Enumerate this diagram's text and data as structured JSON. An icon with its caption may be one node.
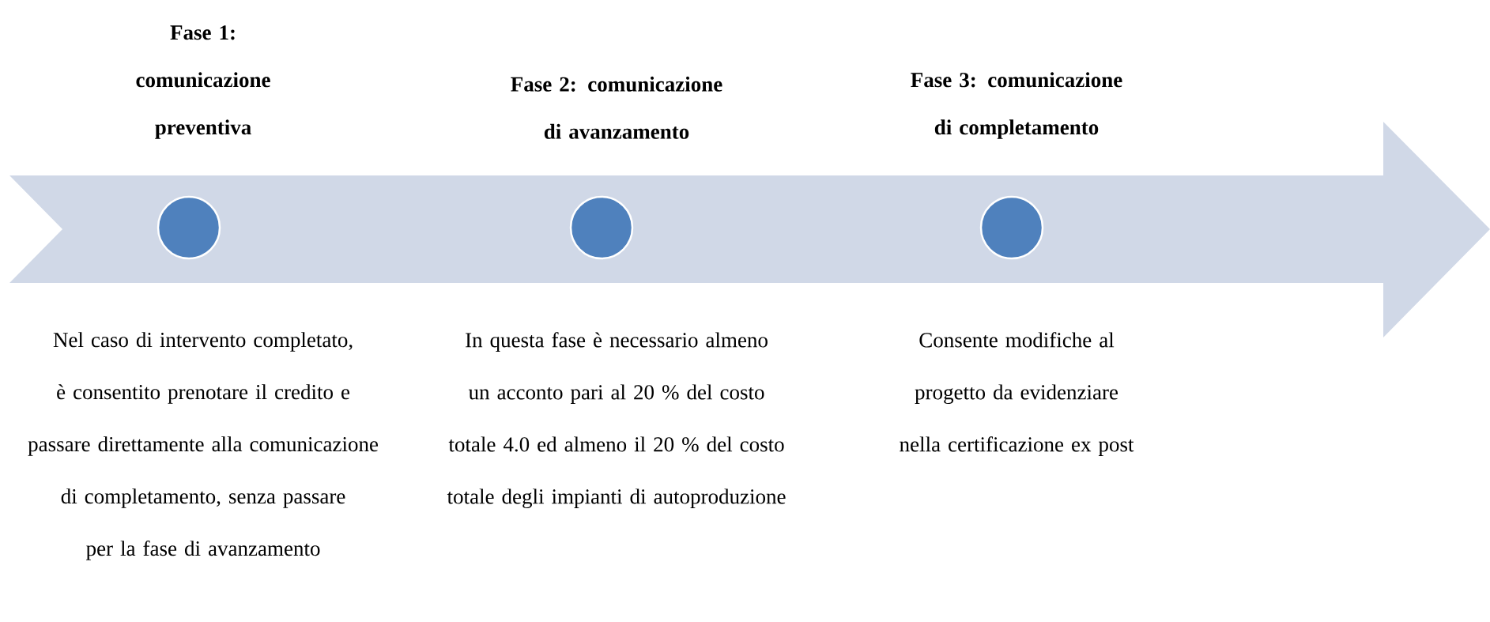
{
  "diagram": {
    "nodes": [
      {
        "text": [],
        "shape": "circle",
        "beside": [
          "Fase 1: comunicazione preventiva",
          "Nel caso di intervento completato, è consentito prenotare il credito e passare direttamente alla comunicazione di completamento, senza passare per la fase di avanzamento"
        ]
      },
      {
        "text": [],
        "shape": "circle",
        "beside": [
          "Fase 2: comunicazione di avanzamento",
          "In questa fase è necessario almeno un acconto pari al 20 % del costo totale 4.0 ed almeno il 20 % del costo totale degli impianti di autoproduzione"
        ]
      },
      {
        "text": [],
        "shape": "circle",
        "beside": [
          "Fase 3: comunicazione di completamento",
          "Consente modifiche al progetto da evidenziare nella certificazione ex post"
        ]
      }
    ]
  }
}
